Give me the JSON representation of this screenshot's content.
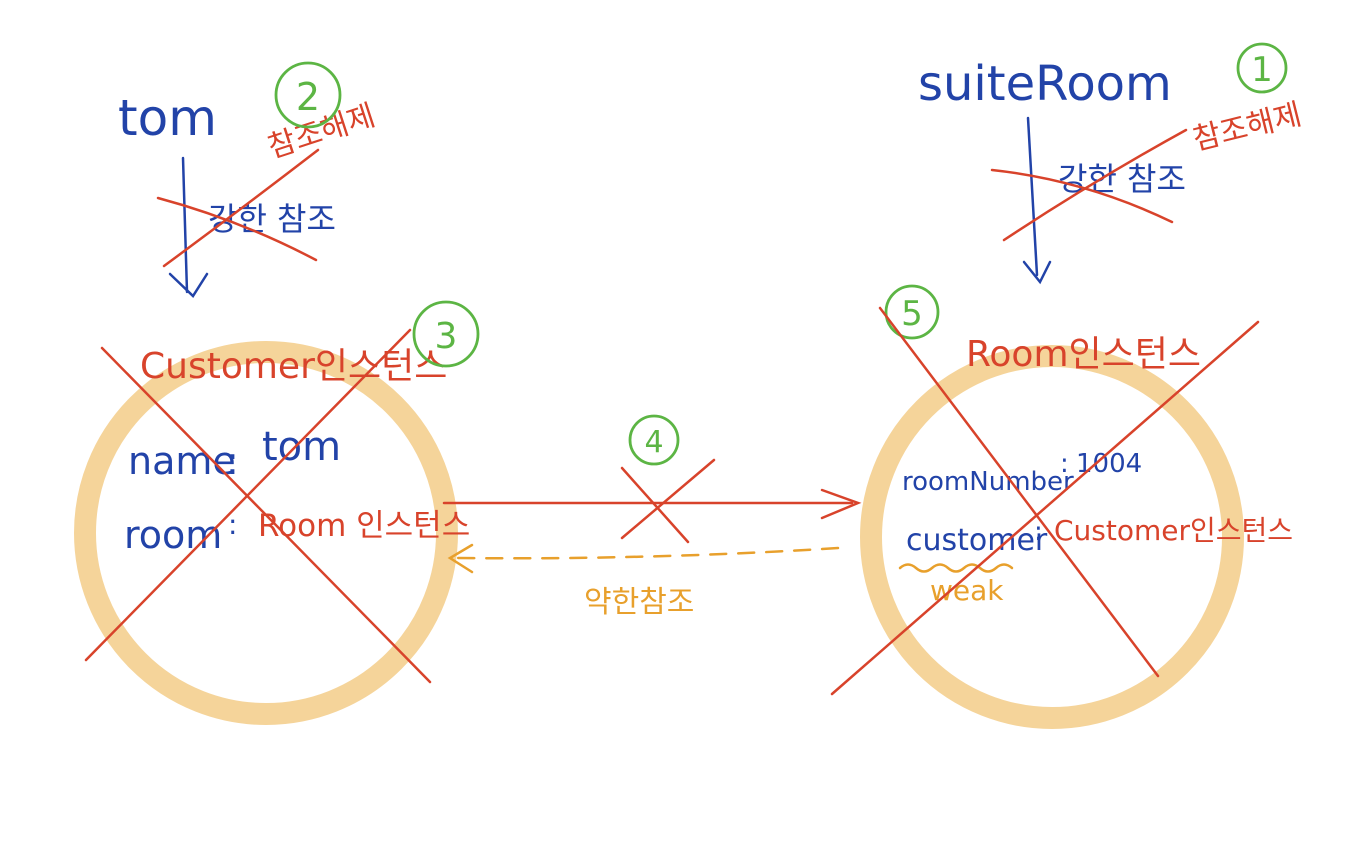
{
  "variables": {
    "left": {
      "name": "tom",
      "reference": "강한 참조",
      "action": "참조해제"
    },
    "right": {
      "name": "suiteRoom",
      "reference": "강한 참조",
      "action": "참조해제"
    }
  },
  "instances": {
    "customer": {
      "title": "Customer인스턴스",
      "fields": [
        {
          "name": "name",
          "value": "tom"
        },
        {
          "name": "room",
          "value": "Room 인스턴스"
        }
      ]
    },
    "room": {
      "title": "Room인스턴스",
      "fields": [
        {
          "name": "roomNumber",
          "value": "1004"
        },
        {
          "name": "customer",
          "value": "Customer인스턴스"
        }
      ],
      "weak_label": "weak"
    }
  },
  "links": {
    "weak_reference": "약한참조"
  },
  "steps": [
    "1",
    "2",
    "3",
    "4",
    "5"
  ],
  "colors": {
    "blue": "#2243a8",
    "red": "#d8432b",
    "orange": "#e8a02c",
    "green": "#5cb544",
    "ring": "#f5d49a"
  }
}
